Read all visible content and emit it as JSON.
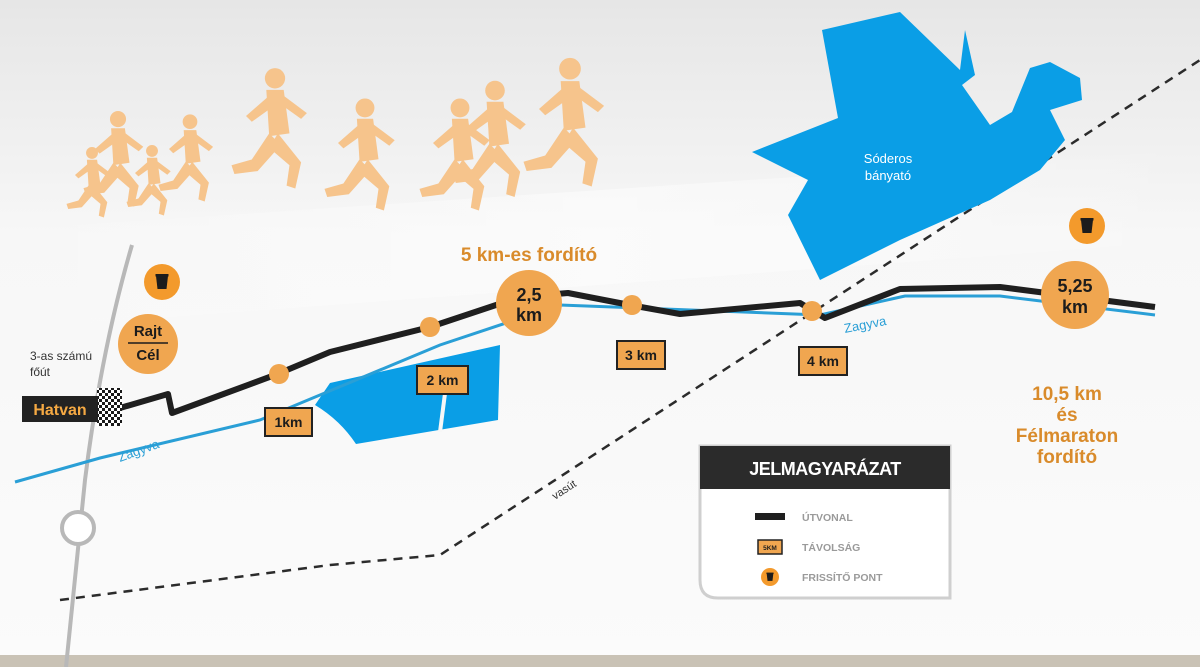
{
  "title": "5 km-es fordító",
  "start_finish": {
    "line1": "Rajt",
    "line2": "Cél"
  },
  "road_label": {
    "line1": "3-as számú",
    "line2": "főút"
  },
  "town": "Hatvan",
  "turn_2_5": {
    "line1": "2,5",
    "line2": "km"
  },
  "turn_5_25": {
    "line1": "5,25",
    "line2": "km"
  },
  "half_marathon_turn": {
    "line1": "10,5 km",
    "line2": "és",
    "line3": "Félmaraton",
    "line4": "fordító"
  },
  "distance_markers": [
    "1km",
    "2 km",
    "3 km",
    "4 km"
  ],
  "river": "Zagyva",
  "railway": "vasút",
  "lake": {
    "line1": "Sóderos",
    "line2": "bányató"
  },
  "legend": {
    "title": "JELMAGYARÁZAT",
    "route": "ÚTVONAL",
    "distance": "TÁVOLSÁG",
    "distance_sample": "5KM",
    "refresh": "FRISSÍTŐ PONT"
  },
  "colors": {
    "route": "#1f1f1f",
    "river": "#2a9fd6",
    "lake": "#0a9ee6",
    "accent": "#f39a2c",
    "label_orange": "#d98b2b",
    "marker_fill": "#f0a650",
    "runner": "#f6c48c",
    "legend_header": "#2b2b2b"
  },
  "icons": {
    "refresh": "cup-icon",
    "runner": "runner-icon",
    "checkered": "checkered-flag-icon"
  }
}
